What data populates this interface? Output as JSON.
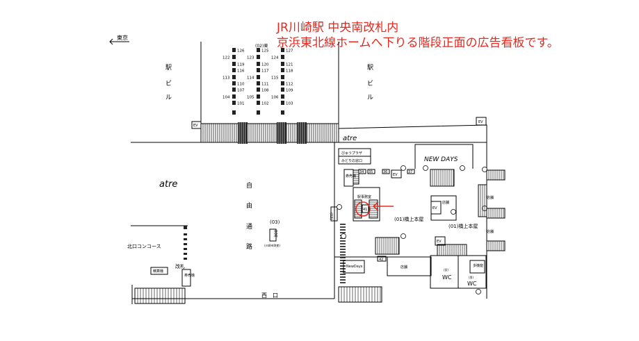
{
  "title": {
    "line1": "JR川崎駅 中央南改札内",
    "line2": "京浜東北線ホームへ下りる階段正面の広告看板です。"
  },
  "labels": {
    "to_tokyo": "東京",
    "station_building": [
      "駅",
      "ビ",
      "ル"
    ],
    "atre": "atre",
    "free_passage": [
      "自",
      "由",
      "通",
      "路"
    ],
    "north_concourse": "北口コンコース",
    "ticket_gate": "改札",
    "west_exit": "西　口",
    "newdays_upper": "NEW DAYS",
    "newdays_small": "NewDays",
    "bridge_1": "(01)橋上本屋",
    "bridge_2": "(01)橋上本屋",
    "wc1": "WC",
    "wc2": "WC",
    "view_plaza": "びゅうプラザ",
    "midori": "みどりの窓口",
    "ev": "EV",
    "shop": "店舗",
    "ticket_machine": "券売機",
    "multi_purpose": "多機能",
    "seisan": "精算機",
    "station_office": "駅事務室",
    "code_03": "(03)",
    "code_02": "(02)東",
    "code_300": "300",
    "code_42": "42",
    "code_41": "41",
    "code_37": "37",
    "code_36": "36",
    "code_35": "35",
    "code_34": "34",
    "small_300_note": "(川崎市財産)",
    "male": "(男)",
    "female": "(女)"
  },
  "board_numbers": {
    "col1": [
      "126",
      "122",
      "119",
      "116",
      "113",
      "110",
      "107",
      "104",
      "101"
    ],
    "col2": [
      "125",
      "123",
      "120",
      "117",
      "114",
      "111",
      "108",
      "105",
      "102"
    ],
    "col3": [
      "127",
      "124",
      "121",
      "118",
      "115",
      "112",
      "109",
      "106",
      "103"
    ]
  },
  "colors": {
    "highlight": "#e8281e",
    "line": "#000000"
  }
}
